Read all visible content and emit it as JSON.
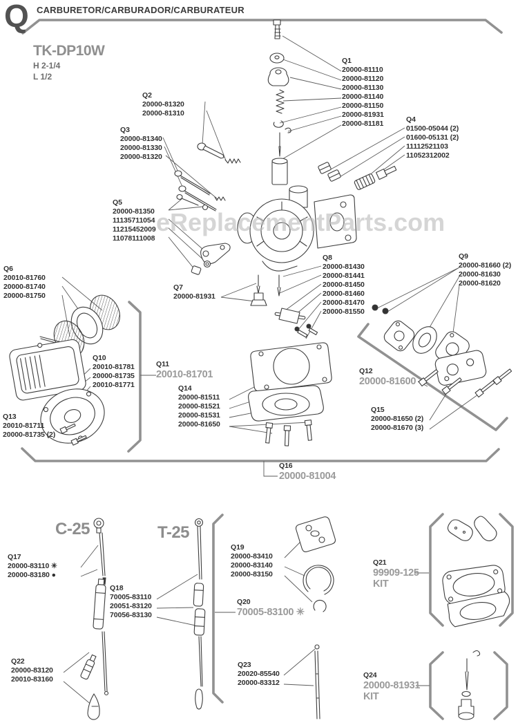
{
  "page": {
    "section_letter": "Q",
    "title": "CARBURETOR/CARBURADOR/CARBURATEUR",
    "model": "TK-DP10W",
    "spec_h": "H 2-1/4",
    "spec_l": "L 1/2",
    "watermark": "eReplacementParts.com"
  },
  "sections": {
    "c25": "C-25",
    "t25": "T-25"
  },
  "callouts": {
    "q1": {
      "id": "Q1",
      "parts": [
        "20000-81110",
        "20000-81120",
        "20000-81130",
        "20000-81140",
        "20000-81150",
        "20000-81931",
        "20000-81181"
      ]
    },
    "q2": {
      "id": "Q2",
      "parts": [
        "20000-81320",
        "20000-81310"
      ]
    },
    "q3": {
      "id": "Q3",
      "parts": [
        "20000-81340",
        "20000-81330",
        "20000-81320"
      ]
    },
    "q4": {
      "id": "Q4",
      "parts": [
        "01500-05044 (2)",
        "01600-05131 (2)",
        "11112521103",
        "11052312002"
      ]
    },
    "q5": {
      "id": "Q5",
      "parts": [
        "20000-81350",
        "11135711054",
        "11215452009",
        "11078111008"
      ]
    },
    "q6": {
      "id": "Q6",
      "parts": [
        "20010-81760",
        "20000-81740",
        "20000-81750"
      ]
    },
    "q7": {
      "id": "Q7",
      "parts": [
        "20000-81931"
      ]
    },
    "q8": {
      "id": "Q8",
      "parts": [
        "20000-81430",
        "20000-81441",
        "20000-81450",
        "20000-81460",
        "20000-81470",
        "20000-81550"
      ]
    },
    "q9": {
      "id": "Q9",
      "parts": [
        "20000-81660 (2)",
        "20000-81630",
        "20000-81620"
      ]
    },
    "q10": {
      "id": "Q10",
      "parts": [
        "20010-81781",
        "20000-81735",
        "20010-81771"
      ]
    },
    "q11": {
      "id": "Q11",
      "parts": [
        "20010-81701"
      ],
      "emphasis": true
    },
    "q12": {
      "id": "Q12",
      "parts": [
        "20000-81600"
      ],
      "emphasis": true
    },
    "q13": {
      "id": "Q13",
      "parts": [
        "20010-81711",
        "20000-81735 (2)"
      ]
    },
    "q14": {
      "id": "Q14",
      "parts": [
        "20000-81511",
        "20000-81521",
        "20000-81531",
        "20000-81650"
      ]
    },
    "q15": {
      "id": "Q15",
      "parts": [
        "20000-81650 (2)",
        "20000-81670 (3)"
      ]
    },
    "q16": {
      "id": "Q16",
      "parts": [
        "20000-81004"
      ],
      "emphasis": true
    },
    "q17": {
      "id": "Q17",
      "parts": [
        "20000-83110 ✳",
        "20000-83180 ●"
      ]
    },
    "q18": {
      "id": "Q18",
      "parts": [
        "70005-83110",
        "20051-83120",
        "70056-83130"
      ]
    },
    "q19": {
      "id": "Q19",
      "parts": [
        "20000-83410",
        "20000-83140",
        "20000-83150"
      ]
    },
    "q20": {
      "id": "Q20",
      "parts": [
        "70005-83100 ✳"
      ],
      "emphasis": true
    },
    "q21": {
      "id": "Q21",
      "parts": [
        "99909-125",
        "KIT"
      ],
      "emphasis": true
    },
    "q22": {
      "id": "Q22",
      "parts": [
        "20000-83120",
        "20010-83160"
      ]
    },
    "q23": {
      "id": "Q23",
      "parts": [
        "20020-85540",
        "20000-83312"
      ]
    },
    "q24": {
      "id": "Q24",
      "parts": [
        "20000-81931",
        "KIT"
      ],
      "emphasis": true
    }
  }
}
